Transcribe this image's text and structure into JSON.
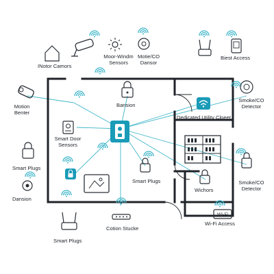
{
  "colors": {
    "wall": "#1f2328",
    "signal": "#3fb6c9",
    "accent": "#1a9bb8",
    "ink": "#2a2f36"
  },
  "labels": {
    "indoor_camera": "INotor Camors",
    "motion_sensors": "Moor-Windm Sensors",
    "motion_co_sensor": "Motie/CO Dansor",
    "best_access": "Biest Access",
    "motion_center": "Motion Benter",
    "bansion_room": "Bansion",
    "utility_closet": "Dedicated Utility Cloeet",
    "smoke_detector_top": "Smoke/CO Detector",
    "smart_door_sensors": "Smart Door Sensors",
    "smart_plugs_left": "Smart Plugs",
    "smart_plugs_center": "Smart Plugs",
    "wichors": "Wichors",
    "smoke_detector_bottom": "Smoke/CO Detector",
    "dansion": "Dansion",
    "wifi_access": "Wi-Fi Access",
    "wifi_badge": "Wi-Fi",
    "cotion_stucke": "Cotion Stucke",
    "smart_plugs_bottom": "Smart Plugs"
  }
}
